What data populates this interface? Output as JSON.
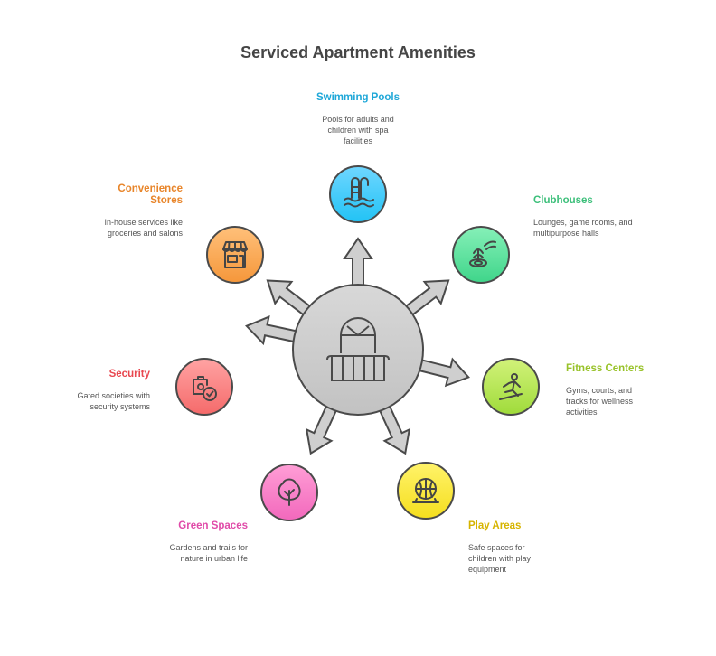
{
  "title": "Serviced Apartment Amenities",
  "amenities": [
    {
      "key": "pools",
      "title": "Swimming Pools",
      "desc": "Pools for adults and children with spa facilities",
      "color": "#1ea7d8",
      "fill_top": "#6fd6ff",
      "fill_bot": "#22c3f5",
      "icon": "swimming-pool-ladder-icon"
    },
    {
      "key": "clubhouses",
      "title": "Clubhouses",
      "desc": "Lounges, game rooms, and multipurpose halls",
      "color": "#3cbf7a",
      "fill_top": "#86f0b8",
      "fill_bot": "#3fd58a",
      "icon": "fountain-icon"
    },
    {
      "key": "fitness",
      "title": "Fitness Centers",
      "desc": "Gyms, courts, and tracks for wellness activities",
      "color": "#98c229",
      "fill_top": "#d2f27a",
      "fill_bot": "#9fdb3a",
      "icon": "runner-icon"
    },
    {
      "key": "play",
      "title": "Play Areas",
      "desc": "Safe spaces for children with play equipment",
      "color": "#d6b400",
      "fill_top": "#fff36a",
      "fill_bot": "#f5de1e",
      "icon": "climbing-dome-icon"
    },
    {
      "key": "green",
      "title": "Green Spaces",
      "desc": "Gardens and trails for nature in urban life",
      "color": "#e04aa8",
      "fill_top": "#ff9ed6",
      "fill_bot": "#f268bc",
      "icon": "tree-icon"
    },
    {
      "key": "security",
      "title": "Security",
      "desc": "Gated societies with security systems",
      "color": "#e8474f",
      "fill_top": "#ffa3a3",
      "fill_bot": "#f56a6a",
      "icon": "camera-check-icon"
    },
    {
      "key": "convenience",
      "title": "Convenience Stores",
      "desc": "In-house services like groceries and salons",
      "color": "#e8852a",
      "fill_top": "#ffc07a",
      "fill_bot": "#f5973a",
      "icon": "storefront-icon"
    }
  ]
}
